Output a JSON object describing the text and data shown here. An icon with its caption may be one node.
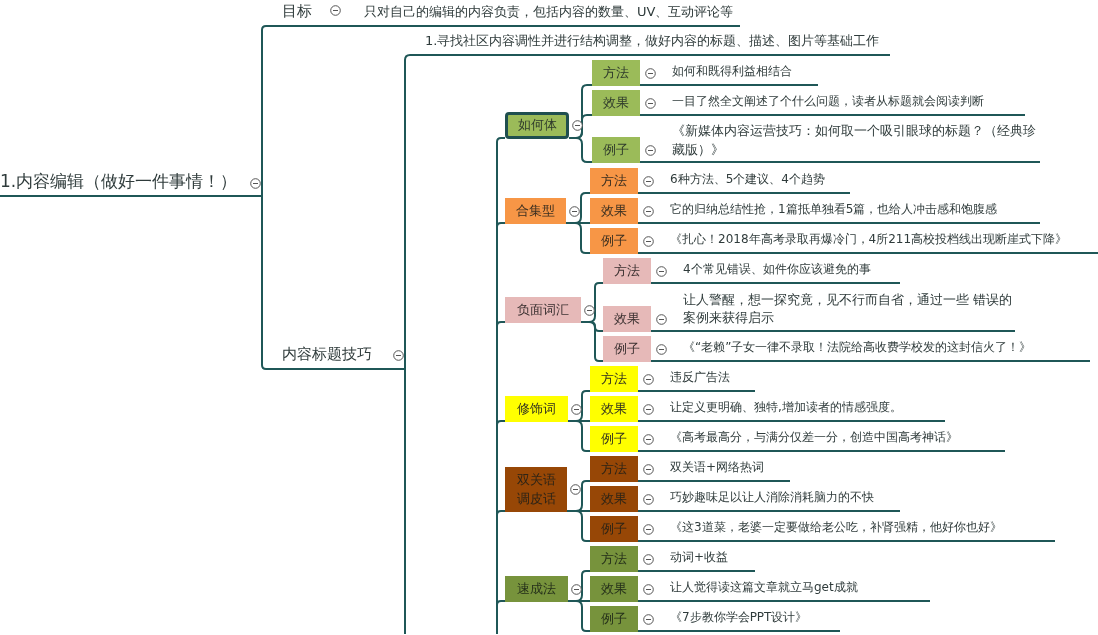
{
  "diagram": {
    "nodes": [
      {
        "text": [
          "1.内容编辑（做好一件事情！）"
        ]
      },
      {
        "text": [
          "目标"
        ]
      },
      {
        "text": [
          "只对自己的编辑的内容负责，包括内容的数量、UV、互动评论等"
        ]
      },
      {
        "text": [
          "内容标题技巧"
        ]
      },
      {
        "text": [
          "1.寻找社区内容调性并进行结构调整，做好内容的标题、描述、图片等基础工作"
        ]
      },
      {
        "text": [
          "如何体"
        ]
      },
      {
        "text": [
          "方法"
        ]
      },
      {
        "text": [
          "如何和既得利益相结合"
        ]
      },
      {
        "text": [
          "效果"
        ]
      },
      {
        "text": [
          "一目了然全文阐述了个什么问题，读者从标题就会阅读判断"
        ]
      },
      {
        "text": [
          "例子"
        ]
      },
      {
        "text": [
          "《新媒体内容运营技巧：如何取一个吸引眼球的标题？（经典珍藏版）》"
        ]
      },
      {
        "text": [
          "合集型"
        ]
      },
      {
        "text": [
          "方法"
        ]
      },
      {
        "text": [
          "6种方法、5个建议、4个趋势"
        ]
      },
      {
        "text": [
          "效果"
        ]
      },
      {
        "text": [
          "它的归纳总结性抢，1篇抵单独看5篇，也给人冲击感和饱腹感"
        ]
      },
      {
        "text": [
          "例子"
        ]
      },
      {
        "text": [
          "《扎心！2018年高考录取再爆冷门，4所211高校投档线出现断崖式下降》"
        ]
      },
      {
        "text": [
          "负面词汇"
        ]
      },
      {
        "text": [
          "方法"
        ]
      },
      {
        "text": [
          "4个常见错误、如件你应该避免的事"
        ]
      },
      {
        "text": [
          "效果"
        ]
      },
      {
        "text": [
          "让人警醒，想一探究竟，见不行而自省，通过一些 错误的案例来获得启示"
        ]
      },
      {
        "text": [
          "例子"
        ]
      },
      {
        "text": [
          "《“老赖”子女一律不录取！法院给高收费学校发的这封信火了！》"
        ]
      },
      {
        "text": [
          "修饰词"
        ]
      },
      {
        "text": [
          "方法"
        ]
      },
      {
        "text": [
          "违反广告法"
        ]
      },
      {
        "text": [
          "效果"
        ]
      },
      {
        "text": [
          "让定义更明确、独特,增加读者的情感强度。"
        ]
      },
      {
        "text": [
          "例子"
        ]
      },
      {
        "text": [
          "《高考最高分，与满分仅差一分，创造中国高考神话》"
        ]
      },
      {
        "text": [
          "双关语调皮话"
        ]
      },
      {
        "text": [
          "方法"
        ]
      },
      {
        "text": [
          "双关语+网络热词"
        ]
      },
      {
        "text": [
          "效果"
        ]
      },
      {
        "text": [
          "巧妙趣味足以让人消除消耗脑力的不快"
        ]
      },
      {
        "text": [
          "例子"
        ]
      },
      {
        "text": [
          "《这3道菜，老婆一定要做给老公吃，补肾强精，他好你也好》"
        ]
      },
      {
        "text": [
          "速成法"
        ]
      },
      {
        "text": [
          "方法"
        ]
      },
      {
        "text": [
          "动词+收益"
        ]
      },
      {
        "text": [
          "效果"
        ]
      },
      {
        "text": [
          "让人觉得读这篇文章就立马get成就"
        ]
      },
      {
        "text": [
          "例子"
        ]
      },
      {
        "text": [
          "《7步教你学会PPT设计》"
        ]
      }
    ],
    "edges": [
      {
        "from": 0,
        "to": 1,
        "arrow": "none"
      },
      {
        "from": 1,
        "to": 2,
        "arrow": "none"
      },
      {
        "from": 0,
        "to": 3,
        "arrow": "none"
      },
      {
        "from": 3,
        "to": 4,
        "arrow": "none"
      },
      {
        "from": 3,
        "to": null,
        "arrow": "none"
      },
      {
        "from": null,
        "to": 5,
        "arrow": "none"
      },
      {
        "from": 5,
        "to": 6,
        "arrow": "none"
      },
      {
        "from": 6,
        "to": 7,
        "arrow": "none"
      },
      {
        "from": 5,
        "to": 8,
        "arrow": "none"
      },
      {
        "from": 8,
        "to": 9,
        "arrow": "none"
      },
      {
        "from": 5,
        "to": 10,
        "arrow": "none"
      },
      {
        "from": 10,
        "to": 11,
        "arrow": "none"
      },
      {
        "from": null,
        "to": 12,
        "arrow": "none"
      },
      {
        "from": 12,
        "to": 13,
        "arrow": "none"
      },
      {
        "from": 13,
        "to": 14,
        "arrow": "none"
      },
      {
        "from": 12,
        "to": 15,
        "arrow": "none"
      },
      {
        "from": 15,
        "to": 16,
        "arrow": "none"
      },
      {
        "from": 12,
        "to": 17,
        "arrow": "none"
      },
      {
        "from": 17,
        "to": 18,
        "arrow": "none"
      },
      {
        "from": null,
        "to": 19,
        "arrow": "none"
      },
      {
        "from": 19,
        "to": 20,
        "arrow": "none"
      },
      {
        "from": 20,
        "to": 21,
        "arrow": "none"
      },
      {
        "from": 19,
        "to": 22,
        "arrow": "none"
      },
      {
        "from": 22,
        "to": 23,
        "arrow": "none"
      },
      {
        "from": 19,
        "to": 24,
        "arrow": "none"
      },
      {
        "from": 24,
        "to": 25,
        "arrow": "none"
      },
      {
        "from": null,
        "to": 26,
        "arrow": "none"
      },
      {
        "from": 26,
        "to": 27,
        "arrow": "none"
      },
      {
        "from": 27,
        "to": 28,
        "arrow": "none"
      },
      {
        "from": 26,
        "to": 29,
        "arrow": "none"
      },
      {
        "from": 29,
        "to": 30,
        "arrow": "none"
      },
      {
        "from": 26,
        "to": 31,
        "arrow": "none"
      },
      {
        "from": 31,
        "to": 32,
        "arrow": "none"
      },
      {
        "from": null,
        "to": 33,
        "arrow": "none"
      },
      {
        "from": 33,
        "to": 34,
        "arrow": "none"
      },
      {
        "from": 34,
        "to": 35,
        "arrow": "none"
      },
      {
        "from": 33,
        "to": 36,
        "arrow": "none"
      },
      {
        "from": 36,
        "to": 37,
        "arrow": "none"
      },
      {
        "from": 33,
        "to": 38,
        "arrow": "none"
      },
      {
        "from": 38,
        "to": 39,
        "arrow": "none"
      },
      {
        "from": null,
        "to": 40,
        "arrow": "none"
      },
      {
        "from": 40,
        "to": 41,
        "arrow": "none"
      },
      {
        "from": 41,
        "to": 42,
        "arrow": "none"
      },
      {
        "from": 40,
        "to": 43,
        "arrow": "none"
      },
      {
        "from": 43,
        "to": 44,
        "arrow": "none"
      },
      {
        "from": 40,
        "to": 45,
        "arrow": "none"
      },
      {
        "from": 45,
        "to": 46,
        "arrow": "none"
      }
    ]
  }
}
